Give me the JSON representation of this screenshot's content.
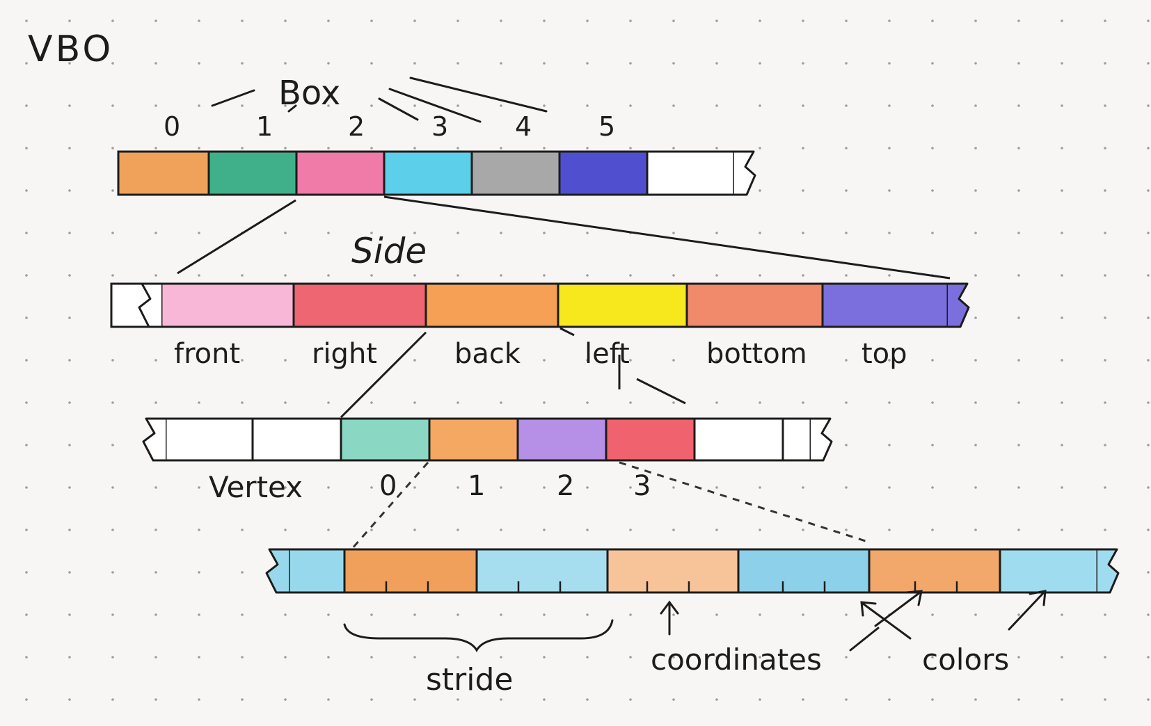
{
  "title": "VBO",
  "box_row": {
    "label": "Box",
    "indices": [
      "0",
      "1",
      "2",
      "3",
      "4",
      "5"
    ],
    "cell_colors": [
      "#f0a25a",
      "#3fb08a",
      "#f07aa8",
      "#5ccfea",
      "#a8a8a8",
      "#4f4fd0",
      "#ffffff"
    ]
  },
  "side_row": {
    "label": "Side",
    "sides": [
      "front",
      "right",
      "back",
      "left",
      "bottom",
      "top"
    ],
    "cell_colors": [
      "#f8b7d6",
      "#ee6672",
      "#f5a055",
      "#f7e81e",
      "#f08a6a",
      "#7a6fdc"
    ]
  },
  "vertex_row": {
    "label": "Vertex",
    "indices": [
      "0",
      "1",
      "2",
      "3"
    ],
    "cell_colors": [
      "#ffffff",
      "#ffffff",
      "#8ad8c4",
      "#f5a862",
      "#b590e6",
      "#f0626e",
      "#ffffff",
      "#ffffff"
    ]
  },
  "attr_row": {
    "cell_colors": [
      "#98d8ec",
      "#f0a05a",
      "#a6def0",
      "#f7c49a",
      "#8dd0ea",
      "#f2a86a",
      "#9fdcf0"
    ],
    "labels": {
      "stride": "stride",
      "coordinates": "coordinates",
      "colors": "colors"
    }
  },
  "colors": {
    "ink": "#1c1c1c",
    "paper": "#f7f6f4",
    "dots": "#555555"
  }
}
